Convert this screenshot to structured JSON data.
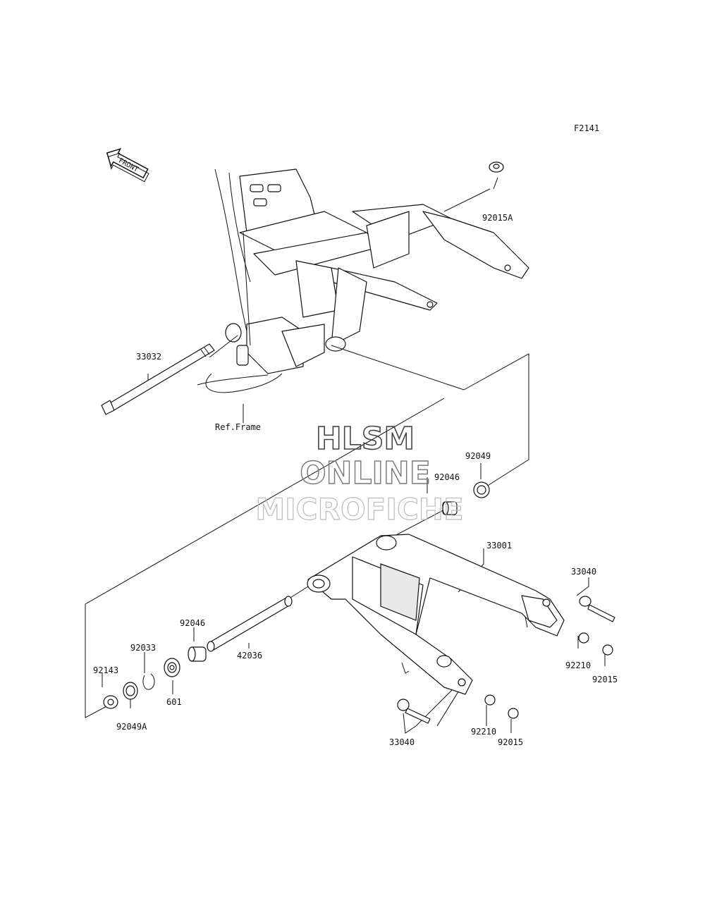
{
  "figure_code": "F2141",
  "front_label": "FRONT",
  "ref_frame_label": "Ref.Frame",
  "watermark": {
    "line1": "HLSM",
    "line2": "ONLINE",
    "line3": "MICROFICHE"
  },
  "parts": {
    "p92015A": "92015A",
    "p33032": "33032",
    "p92049": "92049",
    "p92046_upper": "92046",
    "p33001": "33001",
    "p33040_right": "33040",
    "p92210_right": "92210",
    "p92015_right": "92015",
    "p92046_lower": "92046",
    "p92033": "92033",
    "p42036": "42036",
    "p92143": "92143",
    "p601": "601",
    "p92049A": "92049A",
    "p33040_bottom": "33040",
    "p92210_bottom": "92210",
    "p92015_bottom": "92015"
  }
}
